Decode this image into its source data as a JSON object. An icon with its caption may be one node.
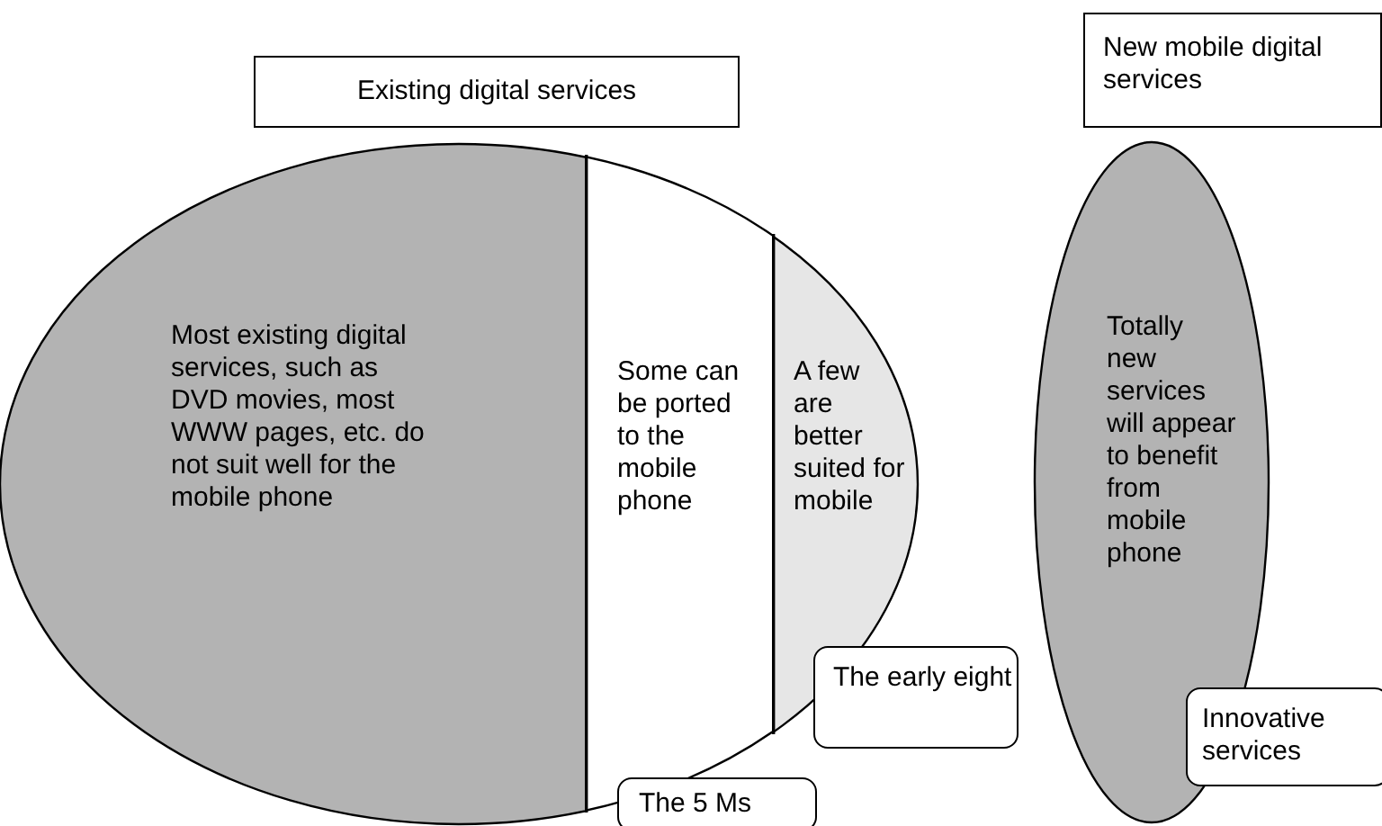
{
  "diagram": {
    "nodes": [
      {
        "text": [
          "Existing digital services"
        ]
      },
      {
        "text": [
          "Most existing digital services, such as DVD movies, most WWW pages, etc. do not suit well for the mobile phone"
        ]
      },
      {
        "text": [
          "Some can be ported to the mobile phone"
        ]
      },
      {
        "text": [
          "A few are better suited for mobile"
        ]
      },
      {
        "text": [
          "The early eight"
        ]
      },
      {
        "text": [
          "The 5 Ms"
        ]
      },
      {
        "text": [
          "New mobile digital services"
        ]
      },
      {
        "text": [
          "Totally new services will appear to benefit from mobile phone"
        ]
      },
      {
        "text": [
          "Innovative services"
        ]
      }
    ]
  }
}
